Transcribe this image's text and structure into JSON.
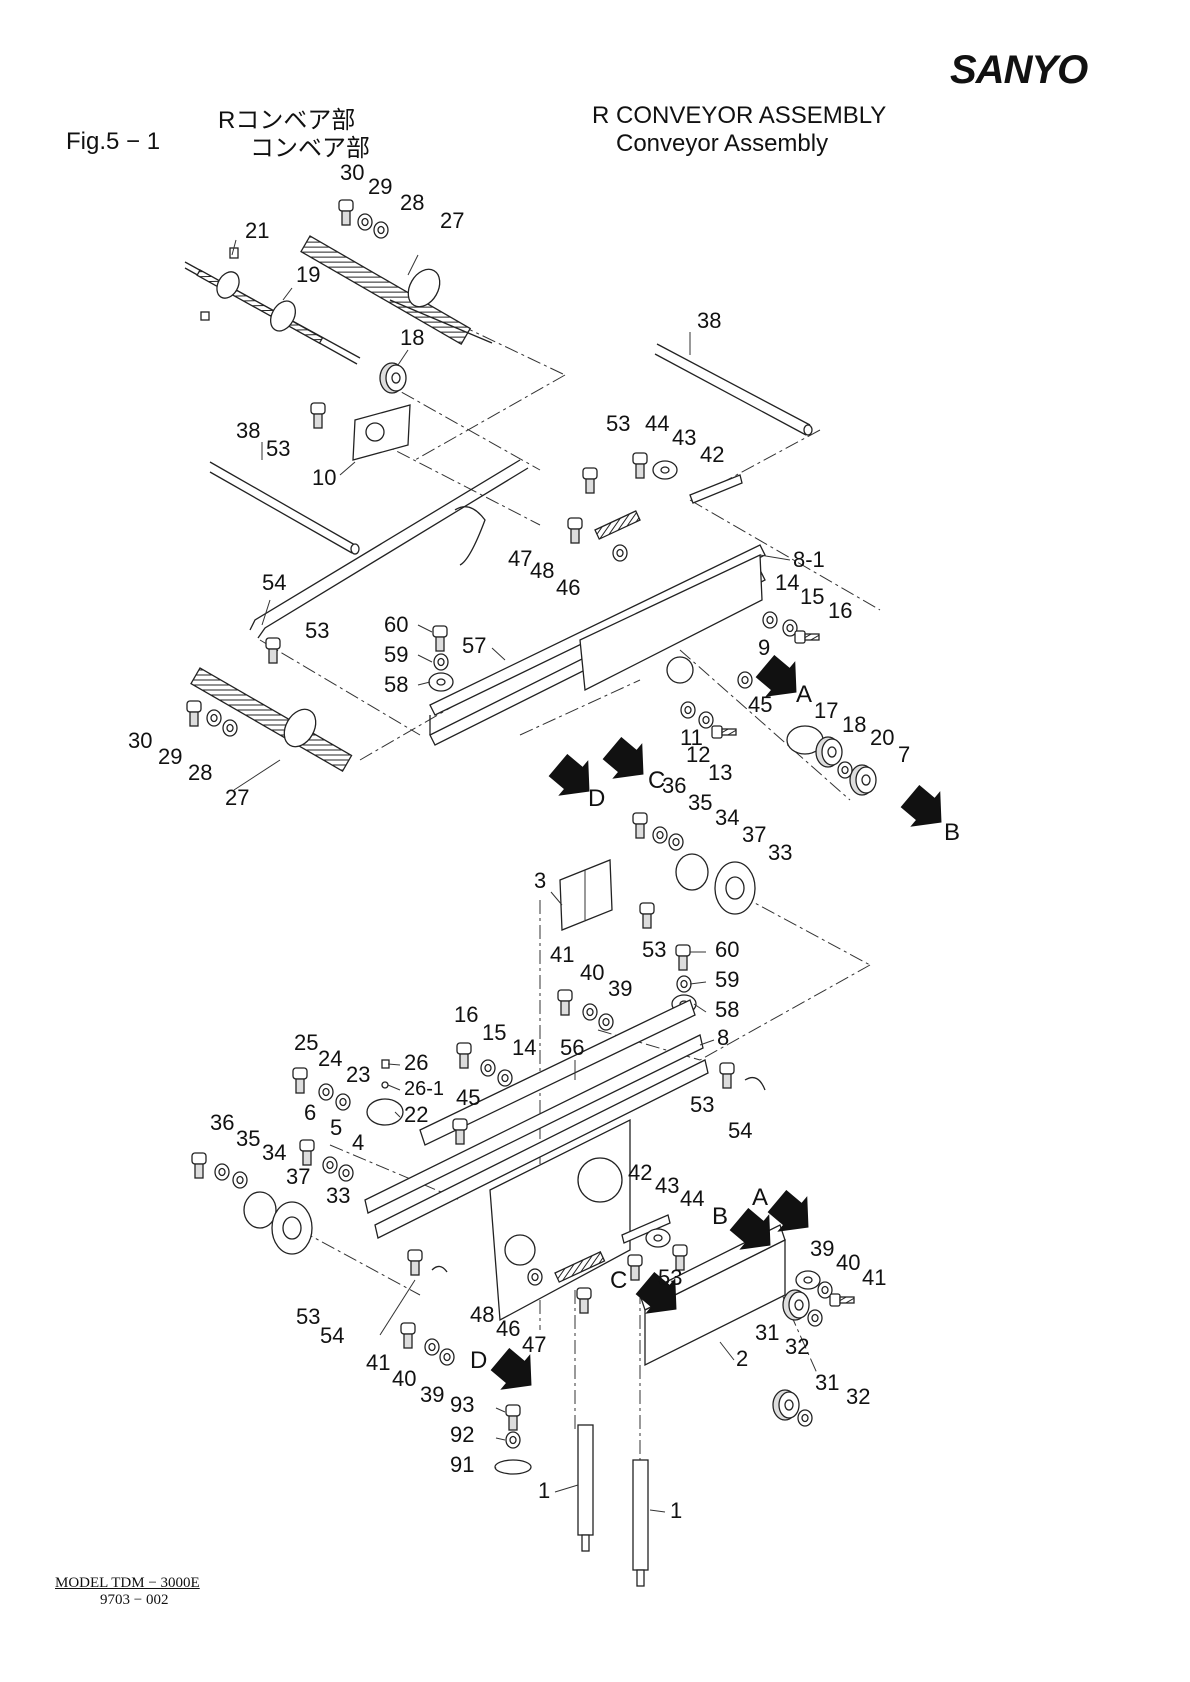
{
  "brand": "SANYO",
  "header": {
    "jp_line1": "Rコンベア部",
    "fig_number": "Fig.5 − 1",
    "jp_line2": "コンベア部",
    "en_line1": "R CONVEYOR ASSEMBLY",
    "en_line2": "Conveyor  Assembly"
  },
  "part_numbers": {
    "p1a": "1",
    "p1b": "1",
    "p2": "2",
    "p3": "3",
    "p4": "4",
    "p5": "5",
    "p6": "6",
    "p7": "7",
    "p8": "8",
    "p8_1": "8-1",
    "p9": "9",
    "p10": "10",
    "p11": "11",
    "p12": "12",
    "p13": "13",
    "p14a": "14",
    "p14b": "14",
    "p15a": "15",
    "p15b": "15",
    "p16a": "16",
    "p16b": "16",
    "p17": "17",
    "p18a": "18",
    "p18b": "18",
    "p19": "19",
    "p20": "20",
    "p21": "21",
    "p22": "22",
    "p23": "23",
    "p24": "24",
    "p25": "25",
    "p26": "26",
    "p26_1": "26-1",
    "p27a": "27",
    "p27b": "27",
    "p28a": "28",
    "p28b": "28",
    "p29a": "29",
    "p29b": "29",
    "p30a": "30",
    "p30b": "30",
    "p31a": "31",
    "p31b": "31",
    "p32a": "32",
    "p32b": "32",
    "p33a": "33",
    "p33b": "33",
    "p34a": "34",
    "p34b": "34",
    "p35a": "35",
    "p35b": "35",
    "p36a": "36",
    "p36b": "36",
    "p37a": "37",
    "p37b": "37",
    "p38a": "38",
    "p38b": "38",
    "p39a": "39",
    "p39b": "39",
    "p39c": "39",
    "p40a": "40",
    "p40b": "40",
    "p40c": "40",
    "p41a": "41",
    "p41b": "41",
    "p41c": "41",
    "p42a": "42",
    "p42b": "42",
    "p43a": "43",
    "p43b": "43",
    "p44a": "44",
    "p44b": "44",
    "p45a": "45",
    "p45b": "45",
    "p46a": "46",
    "p46b": "46",
    "p47a": "47",
    "p47b": "47",
    "p48a": "48",
    "p48b": "48",
    "p53a": "53",
    "p53b": "53",
    "p53c": "53",
    "p53d": "53",
    "p53e": "53",
    "p53f": "53",
    "p54a": "54",
    "p54b": "54",
    "p54c": "54",
    "p56": "56",
    "p57": "57",
    "p58a": "58",
    "p58b": "58",
    "p59a": "59",
    "p59b": "59",
    "p60a": "60",
    "p60b": "60",
    "p91": "91",
    "p92": "92",
    "p93": "93"
  },
  "arrows": {
    "a_top": "A",
    "b_top": "B",
    "c_top": "C",
    "d_top": "D",
    "a_bot": "A",
    "b_bot": "B",
    "c_bot": "C",
    "d_bot": "D"
  },
  "footer": {
    "model": "MODEL  TDM − 3000E",
    "doc_number": "9703 − 002"
  }
}
